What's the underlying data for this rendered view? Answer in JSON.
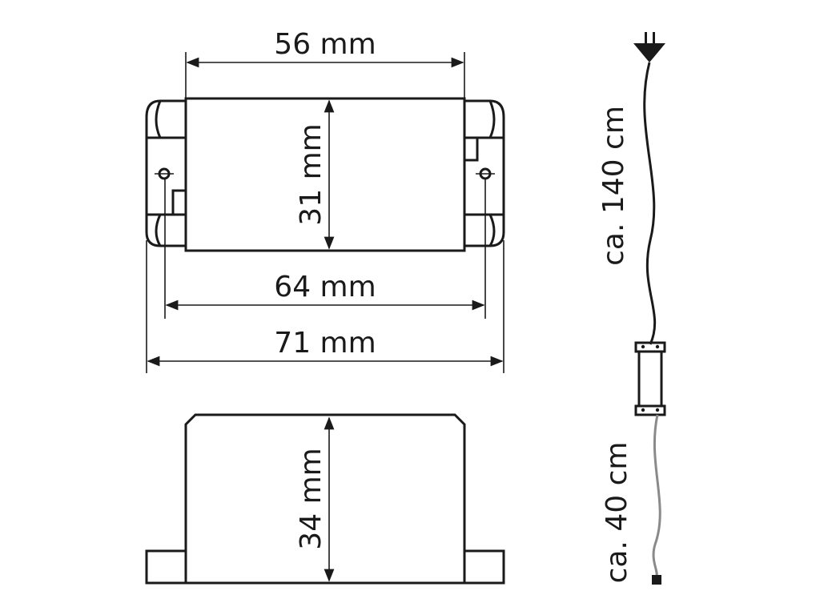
{
  "dimensions": {
    "width_inner": "56 mm",
    "height_top": "31 mm",
    "mount_spacing": "64 mm",
    "width_total": "71 mm",
    "height_side": "34 mm"
  },
  "cables": {
    "mains_length": "ca. 140 cm",
    "output_length": "ca. 40 cm",
    "mains_color": "#1a1a1a",
    "output_color": "#8a8a8a"
  },
  "icons": {
    "plug": "plug-icon",
    "terminal": "connector-end-icon"
  }
}
